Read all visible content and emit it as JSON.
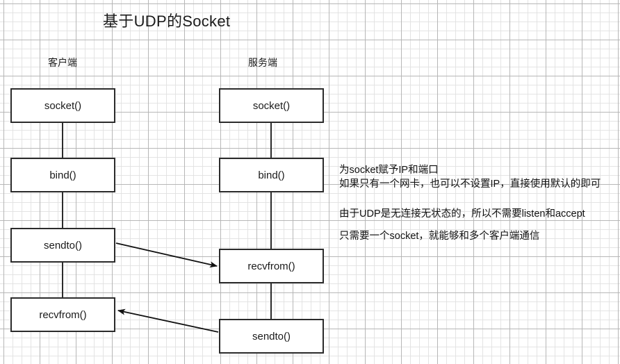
{
  "diagram": {
    "title": "基于UDP的Socket",
    "columns": [
      {
        "key": "client",
        "header": "客户端"
      },
      {
        "key": "server",
        "header": "服务端"
      }
    ],
    "client_nodes": [
      {
        "label": "socket()"
      },
      {
        "label": "bind()"
      },
      {
        "label": "sendto()"
      },
      {
        "label": "recvfrom()"
      }
    ],
    "server_nodes": [
      {
        "label": "socket()"
      },
      {
        "label": "bind()"
      },
      {
        "label": "recvfrom()"
      },
      {
        "label": "sendto()"
      }
    ],
    "notes": [
      "为socket赋予IP和端口",
      "如果只有一个网卡，也可以不设置IP，直接使用默认的即可",
      "由于UDP是无连接无状态的，所以不需要listen和accept",
      "只需要一个socket，就能够和多个客户端通信"
    ],
    "colors": {
      "box_border": "#2b2b2b",
      "box_fill": "#ffffff",
      "text": "#1a1a1a",
      "grid_major": "#b4b4b4",
      "grid_minor": "#e1e1e1"
    }
  }
}
